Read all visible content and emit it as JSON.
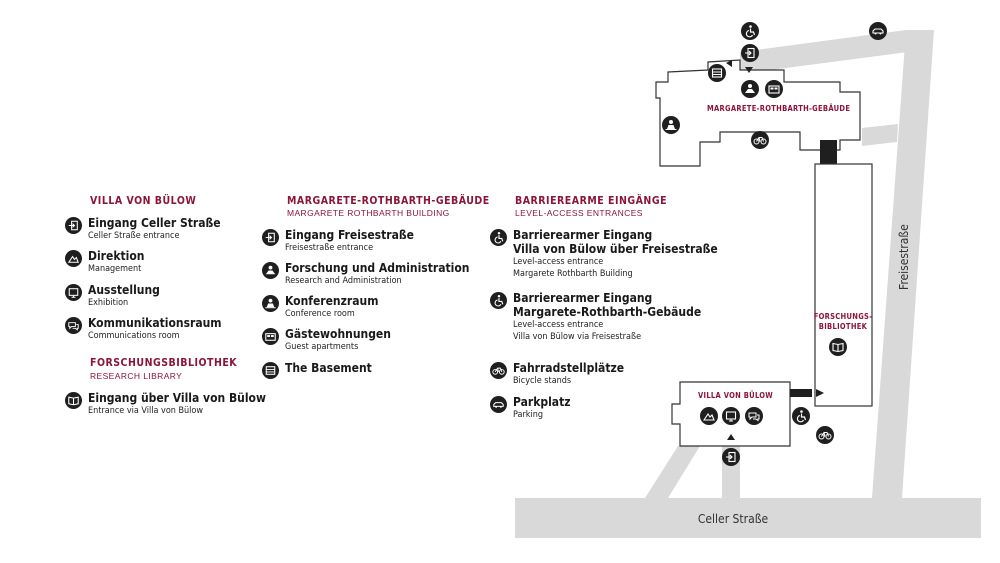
{
  "colors": {
    "accent": "#8b1538",
    "icon_bg": "#1f1f1f",
    "road": "#d9d9d9",
    "building_stroke": "#333333"
  },
  "legend": {
    "villa": {
      "title": "VILLA VON BÜLOW",
      "items": [
        {
          "icon": "door-enter-icon",
          "label": "Eingang Celler Straße",
          "sub": "Celler Straße entrance"
        },
        {
          "icon": "director-icon",
          "label": "Direktion",
          "sub": "Management"
        },
        {
          "icon": "exhibition-icon",
          "label": "Ausstellung",
          "sub": "Exhibition"
        },
        {
          "icon": "chat-icon",
          "label": "Kommunikationsraum",
          "sub": "Communications room"
        }
      ]
    },
    "library": {
      "title": "FORSCHUNGSBIBLIOTHEK",
      "subtitle": "RESEARCH LIBRARY",
      "items": [
        {
          "icon": "book-icon",
          "label": "Eingang über Villa von Bülow",
          "sub": "Entrance via Villa von Bülow"
        }
      ]
    },
    "rothbarth": {
      "title": "MARGARETE-ROTHBARTH-GEBÄUDE",
      "subtitle": "MARGARETE ROTHBARTH BUILDING",
      "items": [
        {
          "icon": "door-enter-icon",
          "label": "Eingang Freisestraße",
          "sub": "Freisestraße entrance"
        },
        {
          "icon": "research-icon",
          "label": "Forschung und Administration",
          "sub": "Research and Administration"
        },
        {
          "icon": "conference-icon",
          "label": "Konferenzraum",
          "sub": "Conference room"
        },
        {
          "icon": "bed-icon",
          "label": "Gästewohnungen",
          "sub": "Guest apartments"
        },
        {
          "icon": "basement-icon",
          "label": "The Basement",
          "sub": ""
        }
      ]
    },
    "access": {
      "title": "BARRIEREARME EINGÄNGE",
      "subtitle": "LEVEL-ACCESS ENTRANCES",
      "items": [
        {
          "icon": "wheelchair-icon",
          "label": "Barrierearmer Eingang",
          "label2": "Villa von Bülow über Freisestraße",
          "sub": "Level-access entrance",
          "sub2": "Margarete Rothbarth Building"
        },
        {
          "icon": "wheelchair-icon",
          "label": "Barrierearmer Eingang",
          "label2": "Margarete-Rothbarth-Gebäude",
          "sub": "Level-access entrance",
          "sub2": "Villa von Bülow via Freisestraße"
        },
        {
          "icon": "bicycle-icon",
          "label": "Fahrradstellplätze",
          "sub": "Bicycle stands"
        },
        {
          "icon": "car-icon",
          "label": "Parkplatz",
          "sub": "Parking"
        }
      ]
    }
  },
  "map": {
    "rothbarth_label": "MARGARETE-ROTHBARTH-GEBÄUDE",
    "library_label_1": "FORSCHUNGS-",
    "library_label_2": "BIBLIOTHEK",
    "villa_label": "VILLA VON BÜLOW",
    "street_bottom": "Celler Straße",
    "street_right": "Freisestraße"
  }
}
